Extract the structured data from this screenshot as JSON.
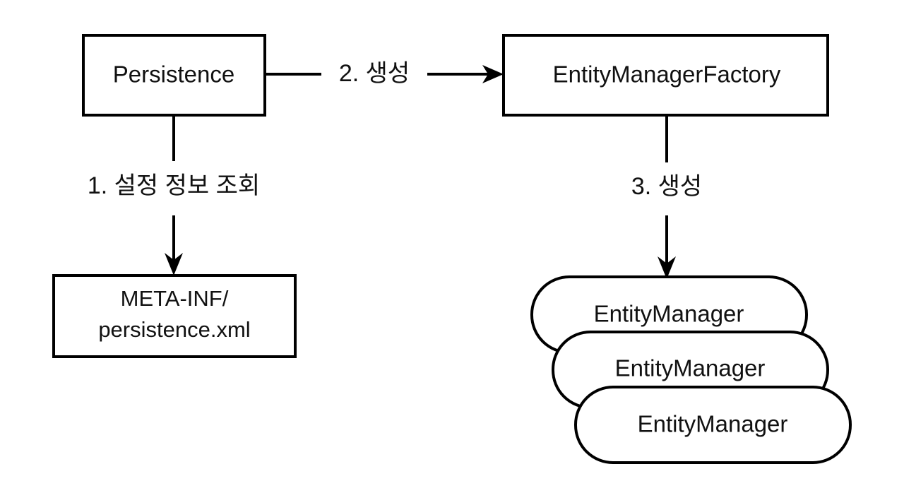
{
  "diagram": {
    "title": "JPA EntityManagerFactory / EntityManager creation flow",
    "background_color": "#ffffff",
    "stroke_color": "#000000",
    "text_color": "#111111",
    "nodes": [
      {
        "id": "persistence",
        "label": "Persistence",
        "shape": "rectangle"
      },
      {
        "id": "entity-manager-factory",
        "label": "EntityManagerFactory",
        "shape": "rectangle"
      },
      {
        "id": "persistence-xml",
        "label_line1": "META-INF/",
        "label_line2": "persistence.xml",
        "shape": "rectangle"
      },
      {
        "id": "entity-manager-1",
        "label": "EntityManager",
        "shape": "rounded-rectangle"
      },
      {
        "id": "entity-manager-2",
        "label": "EntityManager",
        "shape": "rounded-rectangle"
      },
      {
        "id": "entity-manager-3",
        "label": "EntityManager",
        "shape": "rounded-rectangle"
      }
    ],
    "edges": [
      {
        "id": "edge-1",
        "label": "1. 설정 정보 조회",
        "from": "persistence",
        "to": "persistence-xml",
        "direction": "down"
      },
      {
        "id": "edge-2",
        "label": "2. 생성",
        "from": "persistence",
        "to": "entity-manager-factory",
        "direction": "right"
      },
      {
        "id": "edge-3",
        "label": "3. 생성",
        "from": "entity-manager-factory",
        "to": "entity-manager-1",
        "direction": "down"
      }
    ]
  }
}
